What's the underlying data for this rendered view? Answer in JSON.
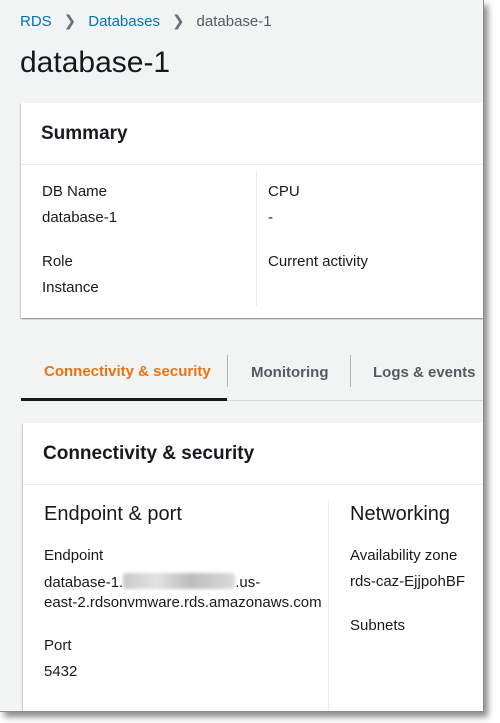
{
  "breadcrumb": {
    "items": [
      {
        "label": "RDS"
      },
      {
        "label": "Databases"
      },
      {
        "label": "database-1"
      }
    ]
  },
  "page_title": "database-1",
  "summary": {
    "title": "Summary",
    "db_name_label": "DB Name",
    "db_name_value": "database-1",
    "role_label": "Role",
    "role_value": "Instance",
    "cpu_label": "CPU",
    "cpu_value": "-",
    "current_activity_label": "Current activity"
  },
  "tabs": [
    {
      "label": "Connectivity & security",
      "active": true
    },
    {
      "label": "Monitoring",
      "active": false
    },
    {
      "label": "Logs & events",
      "active": false
    }
  ],
  "connectivity": {
    "title": "Connectivity & security",
    "endpoint_port_heading": "Endpoint & port",
    "endpoint_label": "Endpoint",
    "endpoint_prefix": "database-1.",
    "endpoint_suffix_line1": ".us-",
    "endpoint_line2": "east-2.rdsonvmware.rds.amazonaws.com",
    "port_label": "Port",
    "port_value": "5432",
    "networking_heading": "Networking",
    "availability_zone_label": "Availability zone",
    "availability_zone_value": "rds-caz-EjjpohBF",
    "subnets_label": "Subnets"
  },
  "colors": {
    "link": "#0073bb",
    "active_tab": "#ec7211",
    "background": "#f2f3f3"
  }
}
